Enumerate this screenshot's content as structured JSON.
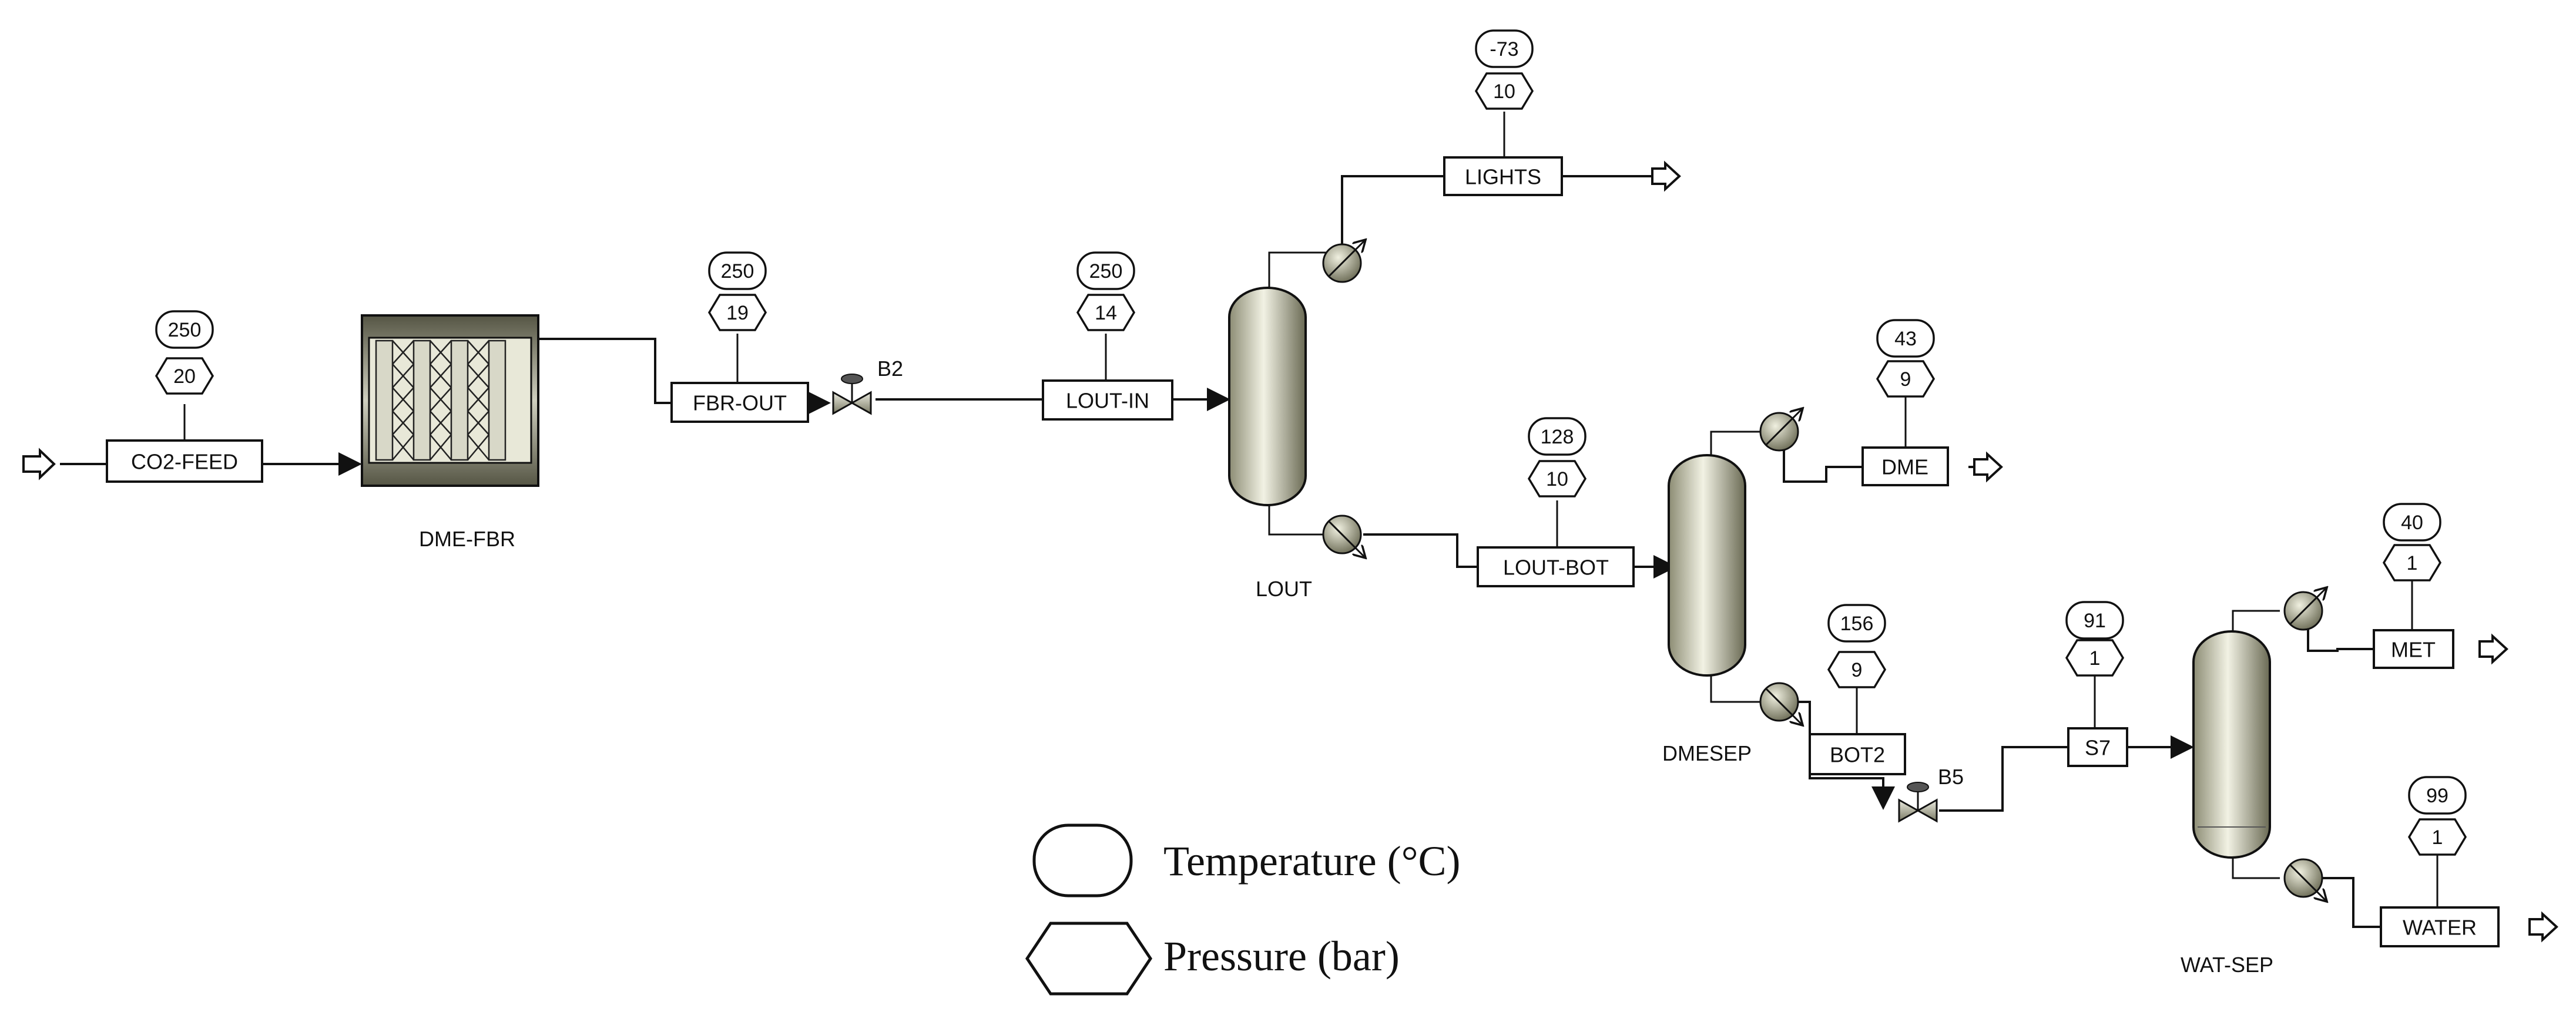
{
  "streams": {
    "co2_feed": "CO2-FEED",
    "fbr_out": "FBR-OUT",
    "lout_in": "LOUT-IN",
    "lights": "LIGHTS",
    "lout_bot": "LOUT-BOT",
    "dme": "DME",
    "bot2": "BOT2",
    "s7": "S7",
    "met": "MET",
    "water": "WATER"
  },
  "blocks": {
    "dme_fbr": "DME-FBR",
    "b2": "B2",
    "lout": "LOUT",
    "dmesep": "DMESEP",
    "b5": "B5",
    "wat_sep": "WAT-SEP"
  },
  "conditions": {
    "co2_feed": {
      "temperature": "250",
      "pressure": "20"
    },
    "fbr_out": {
      "temperature": "250",
      "pressure": "19"
    },
    "lout_in": {
      "temperature": "250",
      "pressure": "14"
    },
    "lights": {
      "temperature": "-73",
      "pressure": "10"
    },
    "lout_bot": {
      "temperature": "128",
      "pressure": "10"
    },
    "dme": {
      "temperature": "43",
      "pressure": "9"
    },
    "bot2": {
      "temperature": "156",
      "pressure": "9"
    },
    "s7": {
      "temperature": "91",
      "pressure": "1"
    },
    "met": {
      "temperature": "40",
      "pressure": "1"
    },
    "water": {
      "temperature": "99",
      "pressure": "1"
    }
  },
  "legend": {
    "temperature": "Temperature (°C)",
    "pressure": "Pressure (bar)"
  },
  "colors": {
    "line": "#111111",
    "vessel_light": "#f0f0e0",
    "vessel_dark": "#6e6e58"
  }
}
